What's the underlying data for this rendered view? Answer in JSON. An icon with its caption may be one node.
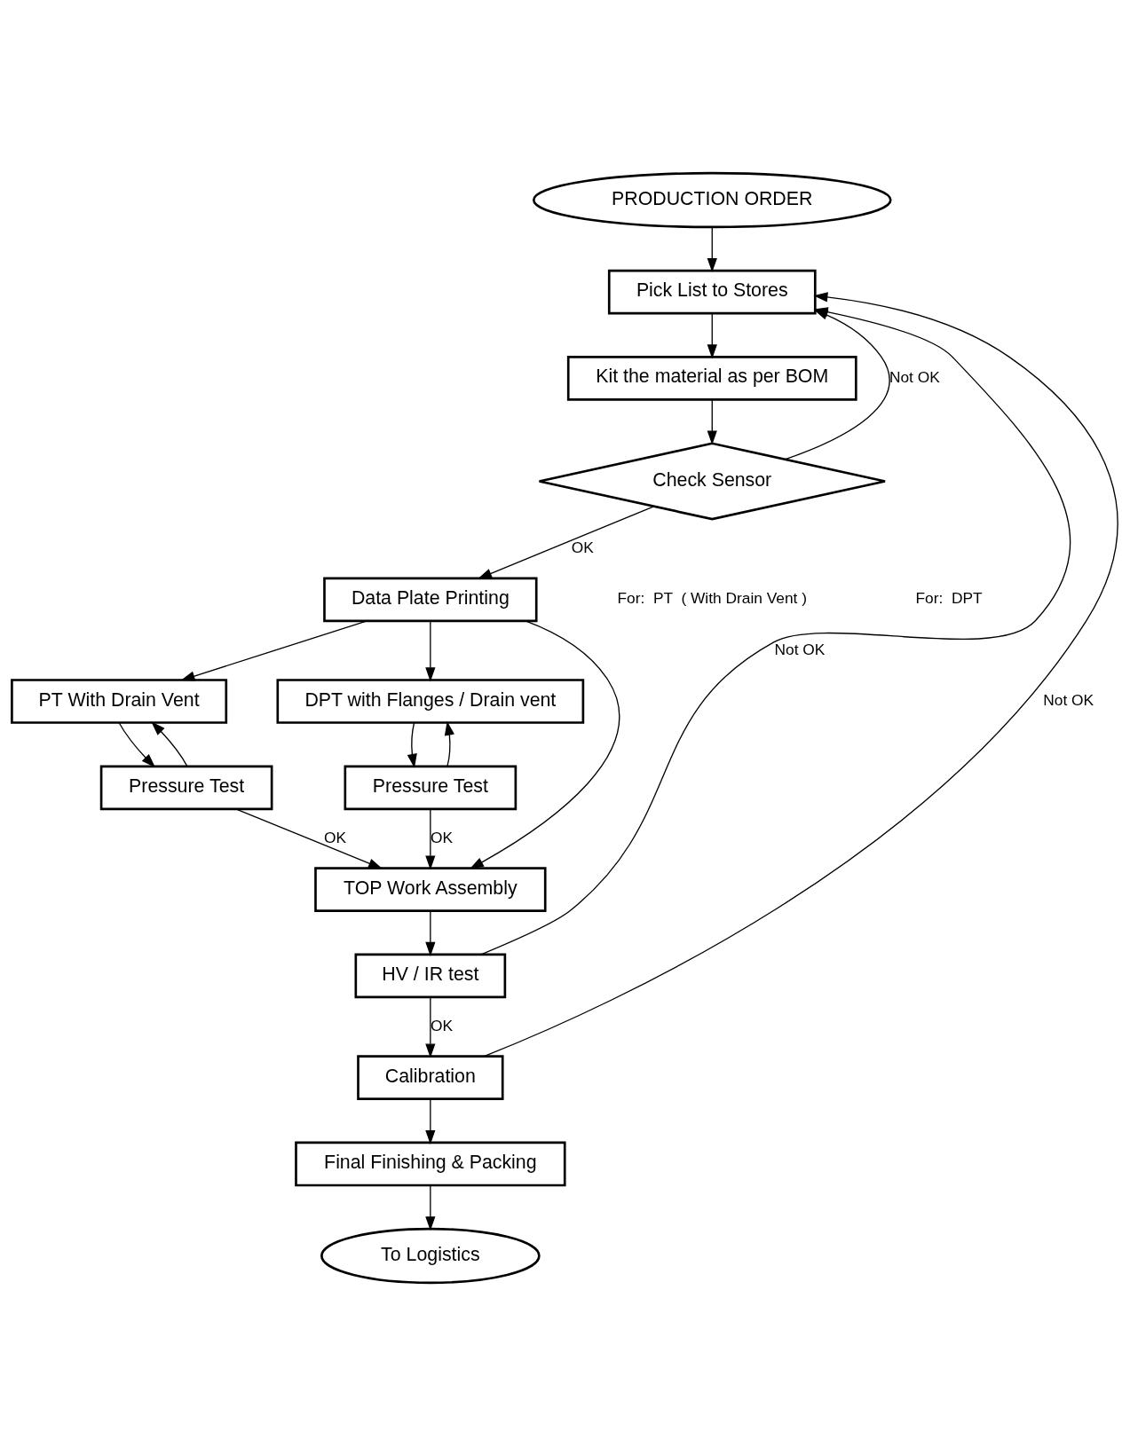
{
  "diagram": {
    "nodes": [
      {
        "text": [
          "PRODUCTION ORDER"
        ]
      },
      {
        "text": [
          "Pick List to Stores"
        ]
      },
      {
        "text": [
          "Kit the material as per BOM"
        ]
      },
      {
        "text": [
          "Check Sensor"
        ]
      },
      {
        "text": [
          "Data Plate Printing"
        ]
      },
      {
        "text": [
          "PT With Drain Vent"
        ]
      },
      {
        "text": [
          "DPT with Flanges / Drain vent"
        ]
      },
      {
        "text": [
          "Pressure Test"
        ]
      },
      {
        "text": [
          "Pressure Test"
        ]
      },
      {
        "text": [
          "TOP Work Assembly"
        ]
      },
      {
        "text": [
          "HV / IR test"
        ]
      },
      {
        "text": [
          "Calibration"
        ]
      },
      {
        "text": [
          "Final Finishing & Packing"
        ]
      },
      {
        "text": [
          "To Logistics"
        ]
      }
    ],
    "edges": [
      {
        "from": 0,
        "to": 1,
        "arrow": "to"
      },
      {
        "from": 1,
        "to": 2,
        "arrow": "to"
      },
      {
        "from": 2,
        "to": 3,
        "arrow": "to"
      },
      {
        "from": 3,
        "to": 1,
        "arrow": "to",
        "label": "Not OK"
      },
      {
        "from": 3,
        "to": 4,
        "arrow": "to",
        "label": "OK"
      },
      {
        "from": 4,
        "to": 5,
        "arrow": "to"
      },
      {
        "from": 4,
        "to": 6,
        "arrow": "to"
      },
      {
        "from": 4,
        "to": 9,
        "arrow": "to"
      },
      {
        "from": 5,
        "to": 7,
        "arrow": "to"
      },
      {
        "from": 7,
        "to": 5,
        "arrow": "to"
      },
      {
        "from": 6,
        "to": 8,
        "arrow": "to"
      },
      {
        "from": 8,
        "to": 6,
        "arrow": "to"
      },
      {
        "from": 7,
        "to": 9,
        "arrow": "to",
        "label": "OK"
      },
      {
        "from": 8,
        "to": 9,
        "arrow": "to",
        "label": "OK"
      },
      {
        "from": 9,
        "to": 10,
        "arrow": "to"
      },
      {
        "from": 10,
        "to": 1,
        "arrow": "to",
        "label": "Not OK"
      },
      {
        "from": 10,
        "to": 11,
        "arrow": "to",
        "label": "OK"
      },
      {
        "from": 11,
        "to": 1,
        "arrow": "to",
        "label": "Not OK"
      },
      {
        "from": 11,
        "to": 12,
        "arrow": "to"
      },
      {
        "from": 12,
        "to": 13,
        "arrow": "to"
      }
    ],
    "labels": [
      "For:  PT  ( With Drain Vent )",
      "For:  DPT"
    ]
  }
}
